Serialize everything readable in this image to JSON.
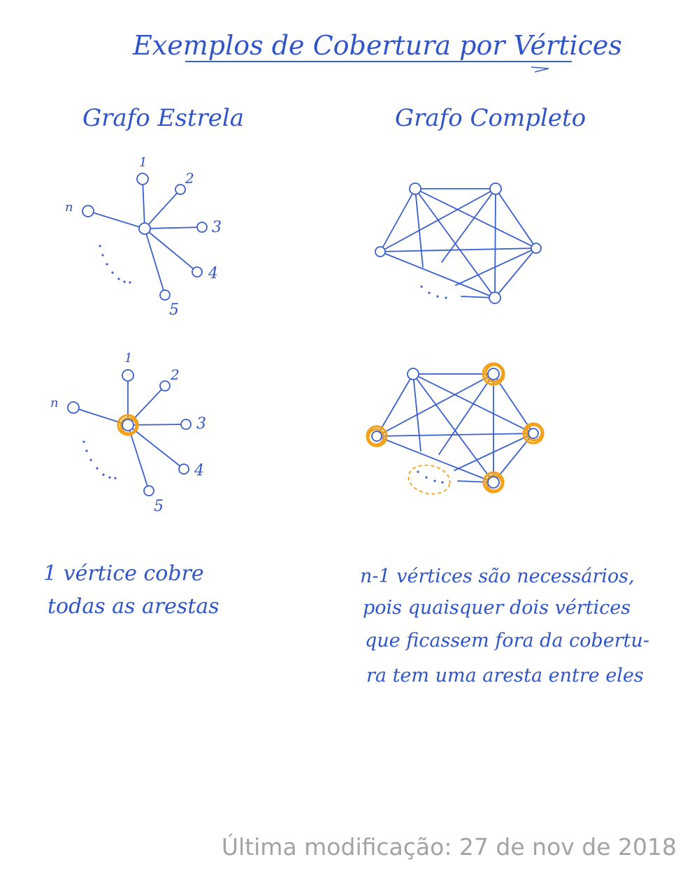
{
  "title": "Exemplos de Cobertura por Vértices",
  "left_heading": "Grafo Estrela",
  "right_heading": "Grafo Completo",
  "star_labels": {
    "n": "n",
    "v1": "1",
    "v2": "2",
    "v3": "3",
    "v4": "4",
    "v5": "5"
  },
  "left_note": [
    "1 vértice cobre",
    "todas as arestas"
  ],
  "right_note": [
    "n-1 vértices são necessários,",
    "pois quaisquer dois vértices",
    "que ficassem fora da cobertu-",
    "ra tem uma aresta entre eles"
  ],
  "footer": "Última modificação: 27 de nov de 2018",
  "colors": {
    "ink": "#3a5fcf",
    "highlight": "#f2a21a",
    "footer": "#a3a3a3"
  }
}
